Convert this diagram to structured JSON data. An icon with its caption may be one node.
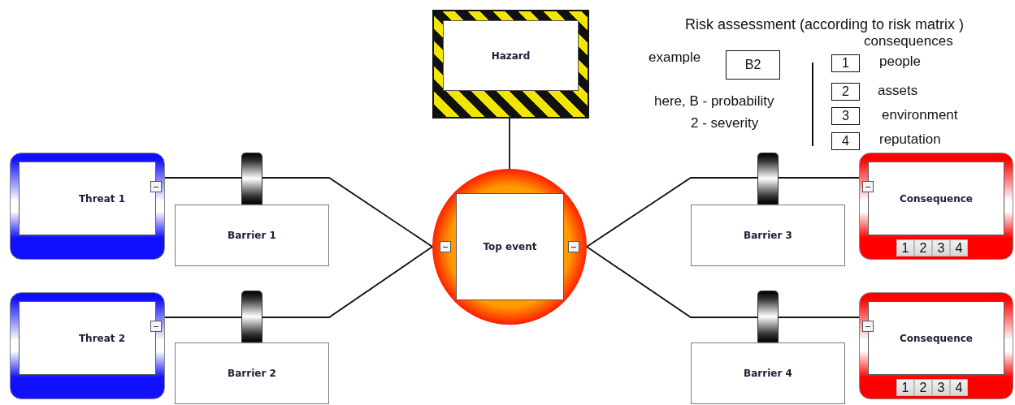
{
  "diagram": {
    "nodes": [
      {
        "text": [
          "Hazard"
        ]
      },
      {
        "text": [
          "Top event"
        ]
      },
      {
        "text": [
          "Threat 1"
        ]
      },
      {
        "text": [
          "Threat 2"
        ]
      },
      {
        "text": [
          "Barrier 1"
        ]
      },
      {
        "text": [
          "Barrier 2"
        ]
      },
      {
        "text": [
          "Barrier 3"
        ]
      },
      {
        "text": [
          "Barrier 4"
        ]
      },
      {
        "text": [
          "Consequence"
        ]
      },
      {
        "text": [
          "Consequence"
        ]
      },
      {
        "text": [
          "1"
        ],
        "in": 8
      },
      {
        "text": [
          "2"
        ],
        "in": 8
      },
      {
        "text": [
          "3"
        ],
        "in": 8
      },
      {
        "text": [
          "4"
        ],
        "in": 8
      },
      {
        "text": [
          "1"
        ],
        "in": 9
      },
      {
        "text": [
          "2"
        ],
        "in": 9
      },
      {
        "text": [
          "3"
        ],
        "in": 9
      },
      {
        "text": [
          "4"
        ],
        "in": 9
      },
      {
        "text": [
          "B2"
        ]
      },
      {
        "text": [
          "1"
        ]
      },
      {
        "text": [
          "2"
        ]
      },
      {
        "text": [
          "3"
        ]
      },
      {
        "text": [
          "4"
        ]
      }
    ],
    "edges": [
      {
        "from": 0,
        "to": 1,
        "arrow": "none"
      },
      {
        "from": 2,
        "to": 1,
        "arrow": "none"
      },
      {
        "from": 3,
        "to": 1,
        "arrow": "none"
      },
      {
        "from": 1,
        "to": 8,
        "arrow": "none"
      },
      {
        "from": 1,
        "to": 9,
        "arrow": "none"
      }
    ],
    "labels": [
      "Risk assessment (according to risk matrix )",
      "consequences",
      "example",
      "here, B - probability",
      "2 - severity",
      "people",
      "assets",
      "environment",
      "reputation"
    ]
  }
}
